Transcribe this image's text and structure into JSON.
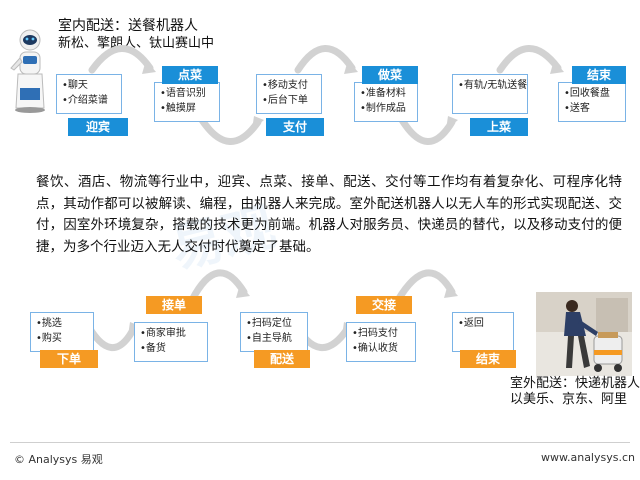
{
  "indoor": {
    "title": "室内配送：送餐机器人",
    "subtitle": "新松、擎朗人、钛山赛山中"
  },
  "indoor_flow": [
    {
      "tag": "迎宾",
      "items": [
        "聊天",
        "介绍菜谱"
      ]
    },
    {
      "tag": "点菜",
      "items": [
        "语音识别",
        "触摸屏"
      ]
    },
    {
      "tag": "支付",
      "items": [
        "移动支付",
        "后台下单"
      ]
    },
    {
      "tag": "做菜",
      "items": [
        "准备材料",
        "制作成品"
      ]
    },
    {
      "tag": "上菜",
      "items": [
        "有轨/无轨送餐"
      ]
    },
    {
      "tag": "结束",
      "items": [
        "回收餐盘",
        "送客"
      ]
    }
  ],
  "description": "餐饮、酒店、物流等行业中，迎宾、点菜、接单、配送、交付等工作均有着复杂化、可程序化特点，其动作都可以被解读、编程，由机器人来完成。室外配送机器人以无人车的形式实现配送、交付，因室外环境复杂，搭载的技术更为前端。机器人对服务员、快递员的替代，以及移动支付的便捷，为多个行业迈入无人交付时代奠定了基础。",
  "watermark": "易观",
  "outdoor": {
    "title": "室外配送：快递机器人",
    "subtitle": "以美乐、京东、阿里"
  },
  "outdoor_flow": [
    {
      "tag": "下单",
      "items": [
        "挑选",
        "购买"
      ]
    },
    {
      "tag": "接单",
      "items": [
        "商家审批",
        "备货"
      ]
    },
    {
      "tag": "配送",
      "items": [
        "扫码定位",
        "自主导航"
      ]
    },
    {
      "tag": "交接",
      "items": [
        "扫码支付",
        "确认收货"
      ]
    },
    {
      "tag": "结束",
      "items": [
        "返回"
      ]
    }
  ],
  "footer": {
    "brand": "© Analysys 易观",
    "url": "www.analysys.cn"
  },
  "colors": {
    "blue": "#1a8fd8",
    "orange": "#f59a23",
    "box_border": "#7ab3e6",
    "arrow": "#c9c9c9"
  }
}
